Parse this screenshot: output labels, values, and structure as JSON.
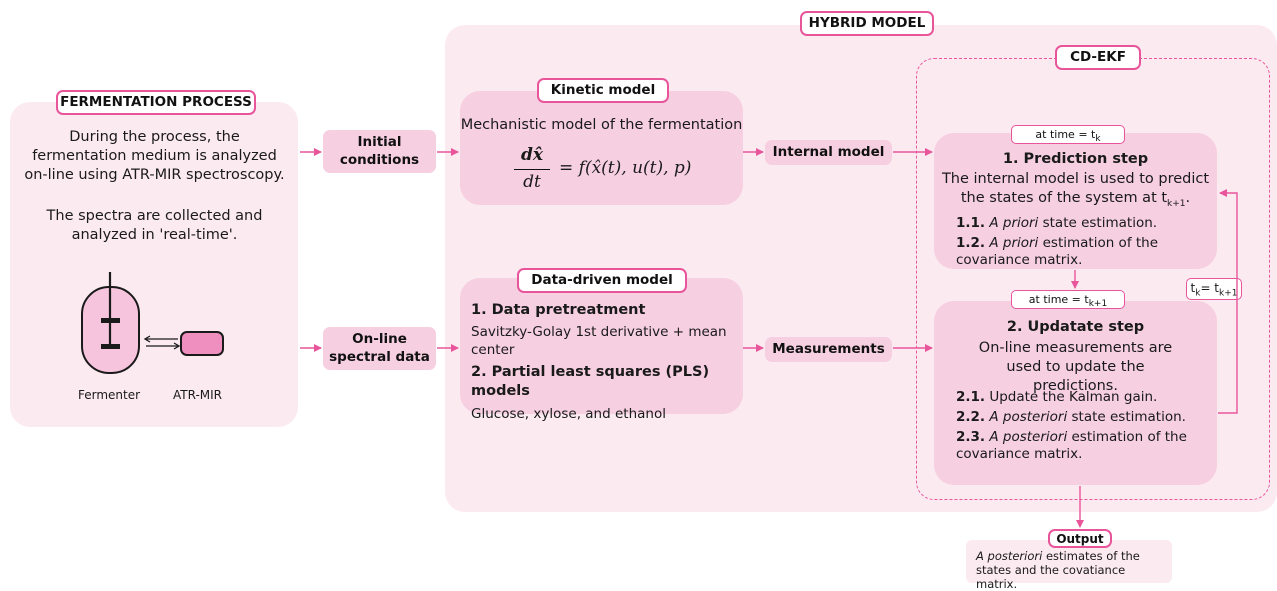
{
  "colors": {
    "accent": "#e8559a",
    "pale_panel": "#fceaf1",
    "mid_panel": "#f6cfe0",
    "vessel_fill": "#f6c4dc",
    "probe_fill": "#ef8fc0"
  },
  "hybrid": {
    "title": "HYBRID MODEL"
  },
  "fermentation": {
    "title": "FERMENTATION PROCESS",
    "para1": "During the process, the fermentation medium is analyzed on-line using ATR-MIR spectroscopy.",
    "para2": "The spectra are collected and analyzed in 'real-time'.",
    "fermenter_label": "Fermenter",
    "atr_label": "ATR-MIR"
  },
  "flow": {
    "initial_line1": "Initial",
    "initial_line2": "conditions",
    "online_line1": "On-line",
    "online_line2": "spectral data",
    "internal_model": "Internal model",
    "measurements": "Measurements"
  },
  "kinetic": {
    "title": "Kinetic model",
    "subtitle": "Mechanistic model of the fermentation",
    "eq_numerator": "dx̂",
    "eq_denominator": "dt",
    "eq_rhs": "= f(x̂(t), u(t), p)"
  },
  "datadriven": {
    "title": "Data-driven model",
    "h1": "1. Data pretreatment",
    "t1": "Savitzky-Golay 1st derivative + mean center",
    "h2": "2. Partial least squares (PLS) models",
    "t2": "Glucose, xylose, and ethanol"
  },
  "ekf": {
    "title": "CD-EKF",
    "time_k_prefix": "at time = t",
    "time_k_sub": "k",
    "time_k1_prefix": "at time = t",
    "time_k1_sub": "k+1",
    "loop_left": "t",
    "loop_left_sub": "k",
    "loop_eq": "= t",
    "loop_right_sub": "k+1",
    "prediction": {
      "title": "1. Prediction step",
      "text": "The internal model is used to predict the states of the system at t",
      "text_sub": "k+1",
      "text_end": ".",
      "i1_num": "1.1.",
      "i1_em": "A priori",
      "i1_rest": " state estimation.",
      "i2_num": "1.2.",
      "i2_em": "A priori",
      "i2_rest": " estimation of the covariance matrix."
    },
    "update": {
      "title": "2. Updatate step",
      "text": "On-line measurements are used to update the predictions.",
      "i1_num": "2.1.",
      "i1_rest": "Update the Kalman gain.",
      "i2_num": "2.2.",
      "i2_em": "A posteriori",
      "i2_rest": " state estimation.",
      "i3_num": "2.3.",
      "i3_em": "A posteriori",
      "i3_rest": " estimation of the covariance matrix."
    }
  },
  "output": {
    "title": "Output",
    "em": "A posteriori",
    "rest": " estimates of the states and the covatiance matrix."
  }
}
